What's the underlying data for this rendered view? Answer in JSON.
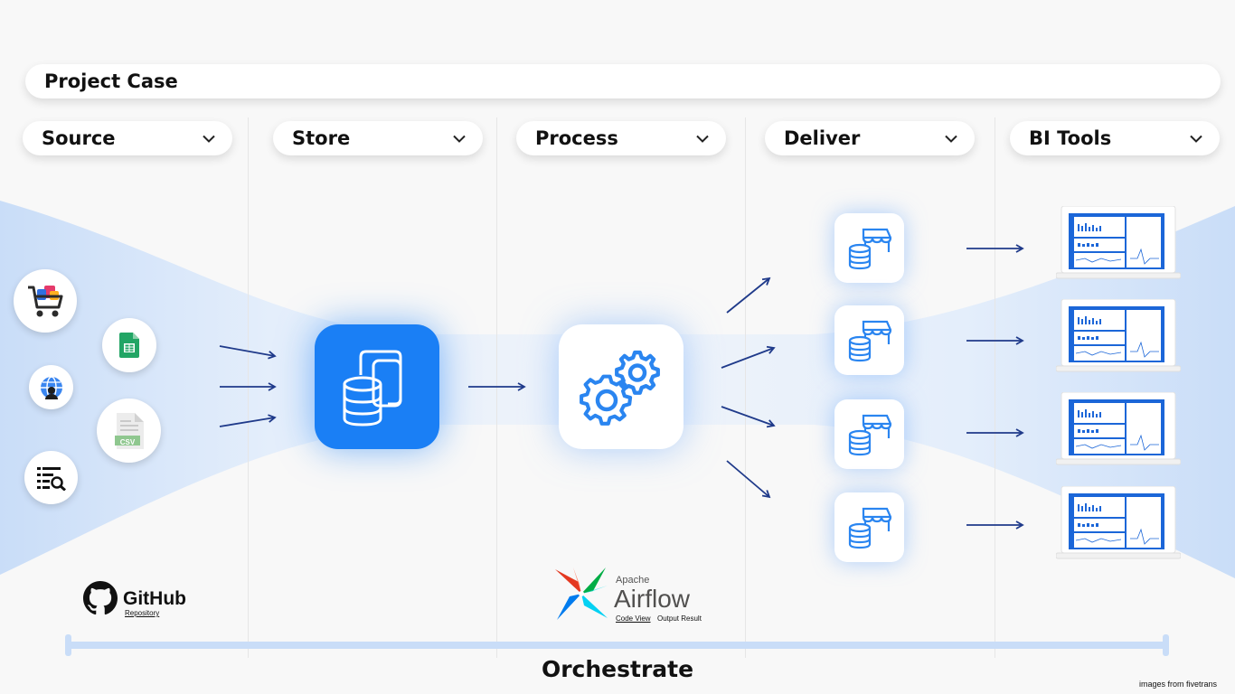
{
  "header": {
    "title": "Project Case"
  },
  "stages": [
    {
      "label": "Source"
    },
    {
      "label": "Store"
    },
    {
      "label": "Process"
    },
    {
      "label": "Deliver"
    },
    {
      "label": "BI Tools"
    }
  ],
  "sources": {
    "icons": [
      "shopping-cart-icon",
      "google-sheets-icon",
      "globe-icon",
      "csv-file-icon",
      "search-list-icon"
    ],
    "csv_label": "CSV"
  },
  "github": {
    "name": "GitHub",
    "link": "Repository"
  },
  "airflow": {
    "apache": "Apache",
    "name": "Airflow",
    "code_view": "Code View",
    "output_result": "Output Result"
  },
  "footer": {
    "orchestrate": "Orchestrate",
    "credit": "images from fivetrans"
  },
  "colors": {
    "accent": "#1a7ff5",
    "icon_blue": "#2a85f0",
    "arrow": "#1f3a8a",
    "band": "#cfe3fb"
  }
}
